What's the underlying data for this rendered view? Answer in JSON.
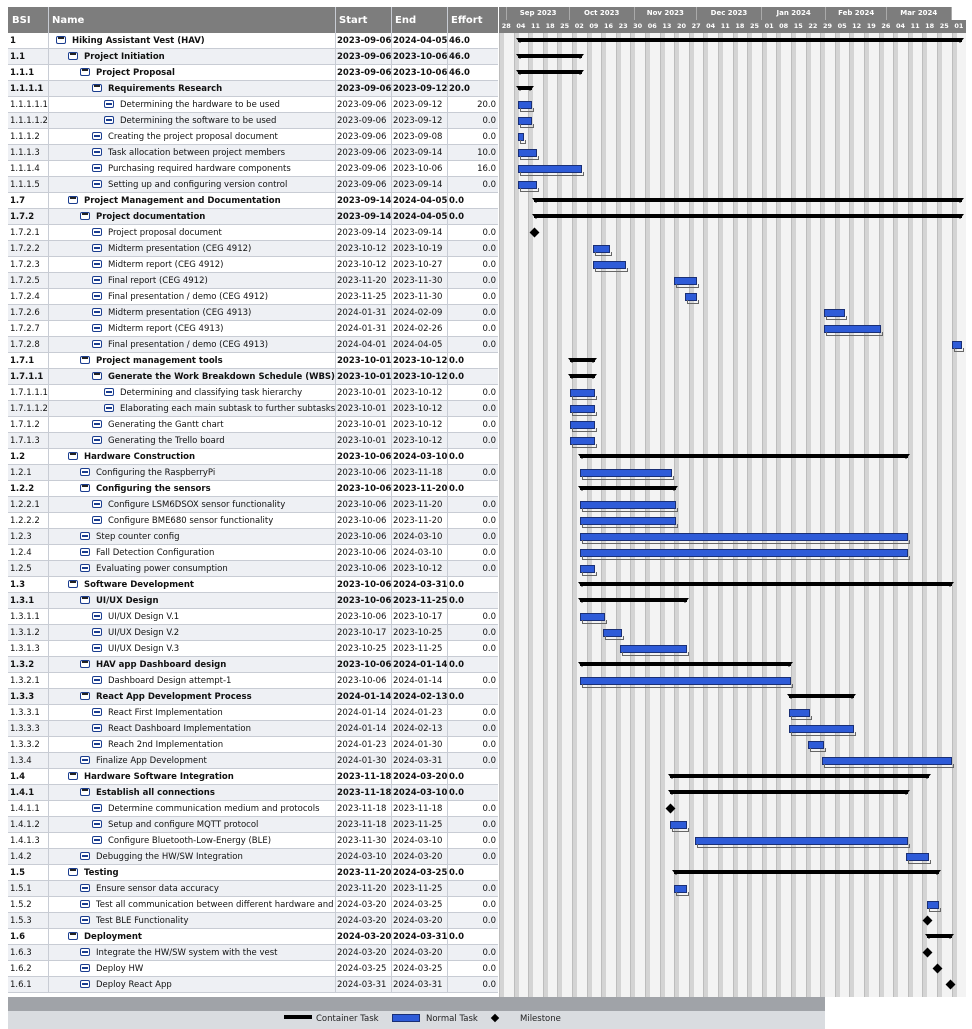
{
  "columns": {
    "bsi": "BSI",
    "name": "Name",
    "start": "Start",
    "end": "End",
    "effort": "Effort"
  },
  "months": [
    "Sep 2023",
    "Oct 2023",
    "Nov 2023",
    "Dec 2023",
    "Jan 2024",
    "Feb 2024",
    "Mar 2024"
  ],
  "weeks": [
    "28",
    "04",
    "11",
    "18",
    "25",
    "02",
    "09",
    "16",
    "23",
    "30",
    "06",
    "13",
    "20",
    "27",
    "04",
    "11",
    "18",
    "25",
    "01",
    "08",
    "15",
    "22",
    "29",
    "05",
    "12",
    "19",
    "26",
    "04",
    "11",
    "18",
    "25",
    "01"
  ],
  "legend": {
    "container": "Container Task",
    "normal": "Normal Task",
    "milestone": "Milestone"
  },
  "tasks": [
    {
      "bsi": "1",
      "name": "Hiking Assistant Vest (HAV)",
      "start": "2023-09-06",
      "end": "2024-04-05",
      "effort": "46.0",
      "level": 0,
      "kind": "container"
    },
    {
      "bsi": "1.1",
      "name": "Project Initiation",
      "start": "2023-09-06",
      "end": "2023-10-06",
      "effort": "46.0",
      "level": 1,
      "kind": "container"
    },
    {
      "bsi": "1.1.1",
      "name": "Project Proposal",
      "start": "2023-09-06",
      "end": "2023-10-06",
      "effort": "46.0",
      "level": 2,
      "kind": "container"
    },
    {
      "bsi": "1.1.1.1",
      "name": "Requirements Research",
      "start": "2023-09-06",
      "end": "2023-09-12",
      "effort": "20.0",
      "level": 3,
      "kind": "container"
    },
    {
      "bsi": "1.1.1.1.1",
      "name": "Determining the hardware to be used",
      "start": "2023-09-06",
      "end": "2023-09-12",
      "effort": "20.0",
      "level": 4,
      "kind": "task"
    },
    {
      "bsi": "1.1.1.1.2",
      "name": "Determining the software to be used",
      "start": "2023-09-06",
      "end": "2023-09-12",
      "effort": "0.0",
      "level": 4,
      "kind": "task"
    },
    {
      "bsi": "1.1.1.2",
      "name": "Creating the project proposal document",
      "start": "2023-09-06",
      "end": "2023-09-08",
      "effort": "0.0",
      "level": 3,
      "kind": "task"
    },
    {
      "bsi": "1.1.1.3",
      "name": "Task allocation between project members",
      "start": "2023-09-06",
      "end": "2023-09-14",
      "effort": "10.0",
      "level": 3,
      "kind": "task"
    },
    {
      "bsi": "1.1.1.4",
      "name": "Purchasing required hardware components",
      "start": "2023-09-06",
      "end": "2023-10-06",
      "effort": "16.0",
      "level": 3,
      "kind": "task"
    },
    {
      "bsi": "1.1.1.5",
      "name": "Setting up and configuring version control",
      "start": "2023-09-06",
      "end": "2023-09-14",
      "effort": "0.0",
      "level": 3,
      "kind": "task"
    },
    {
      "bsi": "1.7",
      "name": "Project Management and Documentation",
      "start": "2023-09-14",
      "end": "2024-04-05",
      "effort": "0.0",
      "level": 1,
      "kind": "container"
    },
    {
      "bsi": "1.7.2",
      "name": "Project documentation",
      "start": "2023-09-14",
      "end": "2024-04-05",
      "effort": "0.0",
      "level": 2,
      "kind": "container"
    },
    {
      "bsi": "1.7.2.1",
      "name": "Project proposal document",
      "start": "2023-09-14",
      "end": "2023-09-14",
      "effort": "0.0",
      "level": 3,
      "kind": "milestone"
    },
    {
      "bsi": "1.7.2.2",
      "name": "Midterm presentation (CEG 4912)",
      "start": "2023-10-12",
      "end": "2023-10-19",
      "effort": "0.0",
      "level": 3,
      "kind": "task"
    },
    {
      "bsi": "1.7.2.3",
      "name": "Midterm report (CEG 4912)",
      "start": "2023-10-12",
      "end": "2023-10-27",
      "effort": "0.0",
      "level": 3,
      "kind": "task"
    },
    {
      "bsi": "1.7.2.5",
      "name": "Final report (CEG 4912)",
      "start": "2023-11-20",
      "end": "2023-11-30",
      "effort": "0.0",
      "level": 3,
      "kind": "task"
    },
    {
      "bsi": "1.7.2.4",
      "name": "Final presentation / demo (CEG 4912)",
      "start": "2023-11-25",
      "end": "2023-11-30",
      "effort": "0.0",
      "level": 3,
      "kind": "task"
    },
    {
      "bsi": "1.7.2.6",
      "name": "Midterm presentation (CEG 4913)",
      "start": "2024-01-31",
      "end": "2024-02-09",
      "effort": "0.0",
      "level": 3,
      "kind": "task"
    },
    {
      "bsi": "1.7.2.7",
      "name": "Midterm report (CEG 4913)",
      "start": "2024-01-31",
      "end": "2024-02-26",
      "effort": "0.0",
      "level": 3,
      "kind": "task"
    },
    {
      "bsi": "1.7.2.8",
      "name": "Final presentation / demo (CEG 4913)",
      "start": "2024-04-01",
      "end": "2024-04-05",
      "effort": "0.0",
      "level": 3,
      "kind": "task"
    },
    {
      "bsi": "1.7.1",
      "name": "Project management tools",
      "start": "2023-10-01",
      "end": "2023-10-12",
      "effort": "0.0",
      "level": 2,
      "kind": "container"
    },
    {
      "bsi": "1.7.1.1",
      "name": "Generate the Work Breakdown Schedule (WBS) diagram",
      "start": "2023-10-01",
      "end": "2023-10-12",
      "effort": "0.0",
      "level": 3,
      "kind": "container"
    },
    {
      "bsi": "1.7.1.1.1",
      "name": "Determining and classifying task hierarchy",
      "start": "2023-10-01",
      "end": "2023-10-12",
      "effort": "0.0",
      "level": 4,
      "kind": "task"
    },
    {
      "bsi": "1.7.1.1.2",
      "name": "Elaborating each main subtask to further subtasks",
      "start": "2023-10-01",
      "end": "2023-10-12",
      "effort": "0.0",
      "level": 4,
      "kind": "task"
    },
    {
      "bsi": "1.7.1.2",
      "name": "Generating the Gantt chart",
      "start": "2023-10-01",
      "end": "2023-10-12",
      "effort": "0.0",
      "level": 3,
      "kind": "task"
    },
    {
      "bsi": "1.7.1.3",
      "name": "Generating the Trello board",
      "start": "2023-10-01",
      "end": "2023-10-12",
      "effort": "0.0",
      "level": 3,
      "kind": "task"
    },
    {
      "bsi": "1.2",
      "name": "Hardware Construction",
      "start": "2023-10-06",
      "end": "2024-03-10",
      "effort": "0.0",
      "level": 1,
      "kind": "container"
    },
    {
      "bsi": "1.2.1",
      "name": "Configuring the RaspberryPi",
      "start": "2023-10-06",
      "end": "2023-11-18",
      "effort": "0.0",
      "level": 2,
      "kind": "task"
    },
    {
      "bsi": "1.2.2",
      "name": "Configuring the sensors",
      "start": "2023-10-06",
      "end": "2023-11-20",
      "effort": "0.0",
      "level": 2,
      "kind": "container"
    },
    {
      "bsi": "1.2.2.1",
      "name": "Configure LSM6DSOX sensor functionality",
      "start": "2023-10-06",
      "end": "2023-11-20",
      "effort": "0.0",
      "level": 3,
      "kind": "task"
    },
    {
      "bsi": "1.2.2.2",
      "name": "Configure BME680 sensor functionality",
      "start": "2023-10-06",
      "end": "2023-11-20",
      "effort": "0.0",
      "level": 3,
      "kind": "task"
    },
    {
      "bsi": "1.2.3",
      "name": "Step counter config",
      "start": "2023-10-06",
      "end": "2024-03-10",
      "effort": "0.0",
      "level": 2,
      "kind": "task"
    },
    {
      "bsi": "1.2.4",
      "name": "Fall Detection Configuration",
      "start": "2023-10-06",
      "end": "2024-03-10",
      "effort": "0.0",
      "level": 2,
      "kind": "task"
    },
    {
      "bsi": "1.2.5",
      "name": "Evaluating power consumption",
      "start": "2023-10-06",
      "end": "2023-10-12",
      "effort": "0.0",
      "level": 2,
      "kind": "task"
    },
    {
      "bsi": "1.3",
      "name": "Software Development",
      "start": "2023-10-06",
      "end": "2024-03-31",
      "effort": "0.0",
      "level": 1,
      "kind": "container"
    },
    {
      "bsi": "1.3.1",
      "name": "UI/UX Design",
      "start": "2023-10-06",
      "end": "2023-11-25",
      "effort": "0.0",
      "level": 2,
      "kind": "container"
    },
    {
      "bsi": "1.3.1.1",
      "name": "UI/UX Design V.1",
      "start": "2023-10-06",
      "end": "2023-10-17",
      "effort": "0.0",
      "level": 3,
      "kind": "task"
    },
    {
      "bsi": "1.3.1.2",
      "name": "UI/UX Design V.2",
      "start": "2023-10-17",
      "end": "2023-10-25",
      "effort": "0.0",
      "level": 3,
      "kind": "task"
    },
    {
      "bsi": "1.3.1.3",
      "name": "UI/UX Design V.3",
      "start": "2023-10-25",
      "end": "2023-11-25",
      "effort": "0.0",
      "level": 3,
      "kind": "task"
    },
    {
      "bsi": "1.3.2",
      "name": "HAV app Dashboard design",
      "start": "2023-10-06",
      "end": "2024-01-14",
      "effort": "0.0",
      "level": 2,
      "kind": "container"
    },
    {
      "bsi": "1.3.2.1",
      "name": "Dashboard Design attempt-1",
      "start": "2023-10-06",
      "end": "2024-01-14",
      "effort": "0.0",
      "level": 3,
      "kind": "task"
    },
    {
      "bsi": "1.3.3",
      "name": "React App Development Process",
      "start": "2024-01-14",
      "end": "2024-02-13",
      "effort": "0.0",
      "level": 2,
      "kind": "container"
    },
    {
      "bsi": "1.3.3.1",
      "name": "React First Implementation",
      "start": "2024-01-14",
      "end": "2024-01-23",
      "effort": "0.0",
      "level": 3,
      "kind": "task"
    },
    {
      "bsi": "1.3.3.3",
      "name": "React Dashboard Implementation",
      "start": "2024-01-14",
      "end": "2024-02-13",
      "effort": "0.0",
      "level": 3,
      "kind": "task"
    },
    {
      "bsi": "1.3.3.2",
      "name": "Reach 2nd Implementation",
      "start": "2024-01-23",
      "end": "2024-01-30",
      "effort": "0.0",
      "level": 3,
      "kind": "task"
    },
    {
      "bsi": "1.3.4",
      "name": "Finalize App Development",
      "start": "2024-01-30",
      "end": "2024-03-31",
      "effort": "0.0",
      "level": 2,
      "kind": "task"
    },
    {
      "bsi": "1.4",
      "name": "Hardware Software Integration",
      "start": "2023-11-18",
      "end": "2024-03-20",
      "effort": "0.0",
      "level": 1,
      "kind": "container"
    },
    {
      "bsi": "1.4.1",
      "name": "Establish all connections",
      "start": "2023-11-18",
      "end": "2024-03-10",
      "effort": "0.0",
      "level": 2,
      "kind": "container"
    },
    {
      "bsi": "1.4.1.1",
      "name": "Determine communication medium and protocols",
      "start": "2023-11-18",
      "end": "2023-11-18",
      "effort": "0.0",
      "level": 3,
      "kind": "milestone"
    },
    {
      "bsi": "1.4.1.2",
      "name": "Setup and configure MQTT protocol",
      "start": "2023-11-18",
      "end": "2023-11-25",
      "effort": "0.0",
      "level": 3,
      "kind": "task"
    },
    {
      "bsi": "1.4.1.3",
      "name": "Configure Bluetooth-Low-Energy (BLE)",
      "start": "2023-11-30",
      "end": "2024-03-10",
      "effort": "0.0",
      "level": 3,
      "kind": "task"
    },
    {
      "bsi": "1.4.2",
      "name": "Debugging the HW/SW Integration",
      "start": "2024-03-10",
      "end": "2024-03-20",
      "effort": "0.0",
      "level": 2,
      "kind": "task"
    },
    {
      "bsi": "1.5",
      "name": "Testing",
      "start": "2023-11-20",
      "end": "2024-03-25",
      "effort": "0.0",
      "level": 1,
      "kind": "container"
    },
    {
      "bsi": "1.5.1",
      "name": "Ensure sensor data accuracy",
      "start": "2023-11-20",
      "end": "2023-11-25",
      "effort": "0.0",
      "level": 2,
      "kind": "task"
    },
    {
      "bsi": "1.5.2",
      "name": "Test all communication between different hardware and software",
      "start": "2024-03-20",
      "end": "2024-03-25",
      "effort": "0.0",
      "level": 2,
      "kind": "task"
    },
    {
      "bsi": "1.5.3",
      "name": "Test BLE Functionality",
      "start": "2024-03-20",
      "end": "2024-03-20",
      "effort": "0.0",
      "level": 2,
      "kind": "milestone"
    },
    {
      "bsi": "1.6",
      "name": "Deployment",
      "start": "2024-03-20",
      "end": "2024-03-31",
      "effort": "0.0",
      "level": 1,
      "kind": "container"
    },
    {
      "bsi": "1.6.3",
      "name": "Integrate the HW/SW system with the vest",
      "start": "2024-03-20",
      "end": "2024-03-20",
      "effort": "0.0",
      "level": 2,
      "kind": "milestone"
    },
    {
      "bsi": "1.6.2",
      "name": "Deploy HW",
      "start": "2024-03-25",
      "end": "2024-03-25",
      "effort": "0.0",
      "level": 2,
      "kind": "milestone"
    },
    {
      "bsi": "1.6.1",
      "name": "Deploy React App",
      "start": "2024-03-31",
      "end": "2024-03-31",
      "effort": "0.0",
      "level": 2,
      "kind": "milestone"
    }
  ]
}
